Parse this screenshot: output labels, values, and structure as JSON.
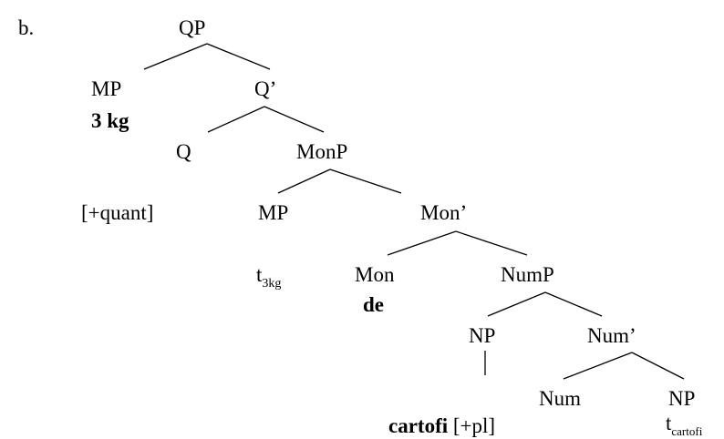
{
  "example_label": "b.",
  "nodes": {
    "qp": "QP",
    "mp_top": "MP",
    "three_kg": "3 kg",
    "q_bar": "Q’",
    "q": "Q",
    "monp": "MonP",
    "quant_feature": "[+quant]",
    "mp_lower": "MP",
    "mon_bar": "Mon’",
    "trace_3kg_base": "t",
    "trace_3kg_sub": "3kg",
    "mon": "Mon",
    "de": "de",
    "nump": "NumP",
    "np_left": "NP",
    "num_bar": "Num’",
    "num": "Num",
    "np_right": "NP",
    "cartofi": "cartofi",
    "pl_feature": "[+pl]",
    "trace_cartofi_base": "t",
    "trace_cartofi_sub": "cartofi"
  }
}
